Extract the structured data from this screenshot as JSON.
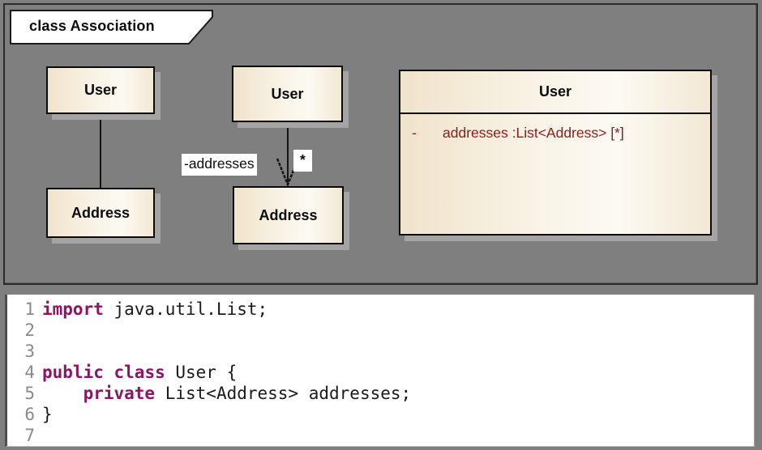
{
  "frame": {
    "tab_label": "class Association"
  },
  "diagram": {
    "simple_pair": {
      "user": "User",
      "address": "Address"
    },
    "labeled_pair": {
      "user": "User",
      "address": "Address",
      "role": "-addresses",
      "multiplicity": "*"
    },
    "detailed_class": {
      "name": "User",
      "attribute_visibility": "-",
      "attribute_text": "addresses :List<Address> [*]"
    }
  },
  "code": {
    "lines": [
      {
        "number": "1",
        "segments": [
          {
            "text": "import",
            "type": "keyword"
          },
          {
            "text": " java.util.List;",
            "type": "plain"
          }
        ]
      },
      {
        "number": "2",
        "segments": []
      },
      {
        "number": "3",
        "segments": []
      },
      {
        "number": "4",
        "segments": [
          {
            "text": "public",
            "type": "keyword"
          },
          {
            "text": " ",
            "type": "plain"
          },
          {
            "text": "class",
            "type": "keyword"
          },
          {
            "text": " User {",
            "type": "plain"
          }
        ]
      },
      {
        "number": "5",
        "segments": [
          {
            "text": "    ",
            "type": "plain"
          },
          {
            "text": "private",
            "type": "keyword"
          },
          {
            "text": " List<Address> addresses;",
            "type": "plain"
          }
        ]
      },
      {
        "number": "6",
        "segments": [
          {
            "text": "}",
            "type": "plain"
          }
        ]
      },
      {
        "number": "7",
        "segments": []
      }
    ]
  },
  "colors": {
    "canvas_gray": "#7f7f7f",
    "frame_border": "#2b2b2b",
    "box_fill_left": "#f0e3cb",
    "box_fill_right": "#f2e8d4",
    "box_shadow": "#a4a4a4",
    "attribute_text": "#8e1a1a",
    "keyword": "#8c1464",
    "line_number": "#8a8a8a"
  }
}
